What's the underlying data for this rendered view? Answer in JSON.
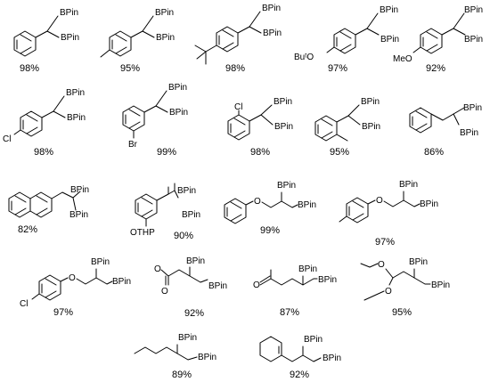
{
  "groups": {
    "bpin": "BPin",
    "tbuo": "BuᵗO",
    "meo": "MeO",
    "cl": "Cl",
    "br": "Br",
    "othp": "OTHP",
    "o": "O"
  },
  "compounds": [
    {
      "id": 1,
      "yield": "98%"
    },
    {
      "id": 2,
      "yield": "95%"
    },
    {
      "id": 3,
      "yield": "98%"
    },
    {
      "id": 4,
      "yield": "97%"
    },
    {
      "id": 5,
      "yield": "92%"
    },
    {
      "id": 6,
      "yield": "98%"
    },
    {
      "id": 7,
      "yield": "99%"
    },
    {
      "id": 8,
      "yield": "98%"
    },
    {
      "id": 9,
      "yield": "95%"
    },
    {
      "id": 10,
      "yield": "86%"
    },
    {
      "id": 11,
      "yield": "82%"
    },
    {
      "id": 12,
      "yield": "90%"
    },
    {
      "id": 13,
      "yield": "99%"
    },
    {
      "id": 14,
      "yield": "97%"
    },
    {
      "id": 15,
      "yield": "97%"
    },
    {
      "id": 16,
      "yield": "92%"
    },
    {
      "id": 17,
      "yield": "87%"
    },
    {
      "id": 18,
      "yield": "95%"
    },
    {
      "id": 19,
      "yield": "89%"
    },
    {
      "id": 20,
      "yield": "92%"
    }
  ]
}
